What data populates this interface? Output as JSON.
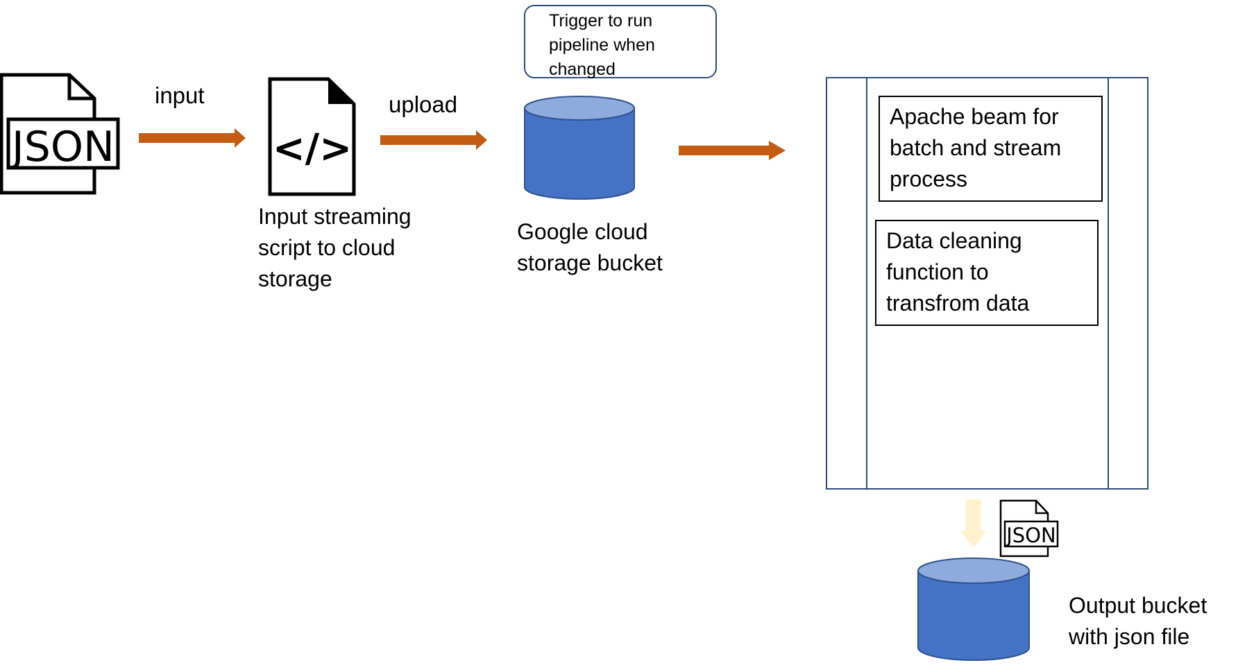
{
  "labels": {
    "arrow_input": "input",
    "arrow_upload": "upload",
    "trigger_lines": [
      "Trigger to run",
      "pipeline when",
      "changed"
    ],
    "script_lines": [
      "Input streaming",
      "script to cloud",
      "storage"
    ],
    "bucket_lines": [
      "Google cloud",
      "storage bucket"
    ],
    "beam_lines": [
      "Apache beam for",
      "batch and stream",
      "process"
    ],
    "cleaning_lines": [
      "Data cleaning",
      "function to",
      "transfrom data"
    ],
    "output_lines": [
      "Output bucket",
      "with json file"
    ]
  },
  "icons": {
    "json_input": "json-file-icon",
    "script": "code-file-icon",
    "bucket": "storage-bucket-icon",
    "json_output": "json-file-icon",
    "output_bucket": "storage-bucket-icon"
  },
  "icon_text": {
    "json": "JSON",
    "code": "</>"
  },
  "colors": {
    "arrow": "#c55a11",
    "down_arrow": "#fff2cc",
    "bucket_fill": "#4472c4",
    "bucket_top": "#8faadc",
    "bucket_stroke": "#2f528f",
    "frame": "#2f4b7c"
  }
}
